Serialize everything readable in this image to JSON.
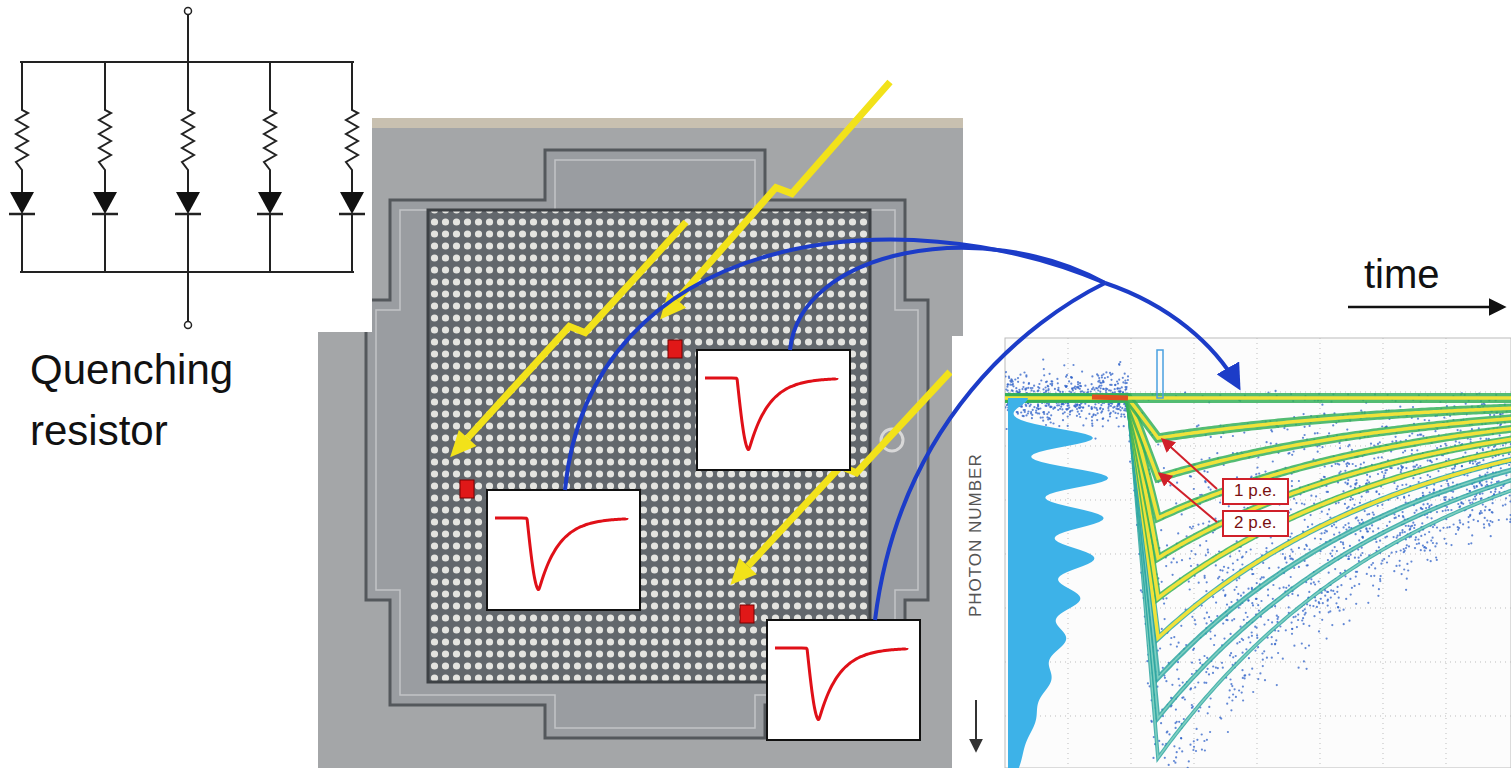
{
  "diagram": {
    "nodes": [
      {
        "text": [
          "1 p.e."
        ]
      },
      {
        "text": [
          "2 p.e."
        ]
      }
    ],
    "labels": [
      "Quenching resistor",
      "time",
      "PHOTON NUMBER"
    ]
  }
}
